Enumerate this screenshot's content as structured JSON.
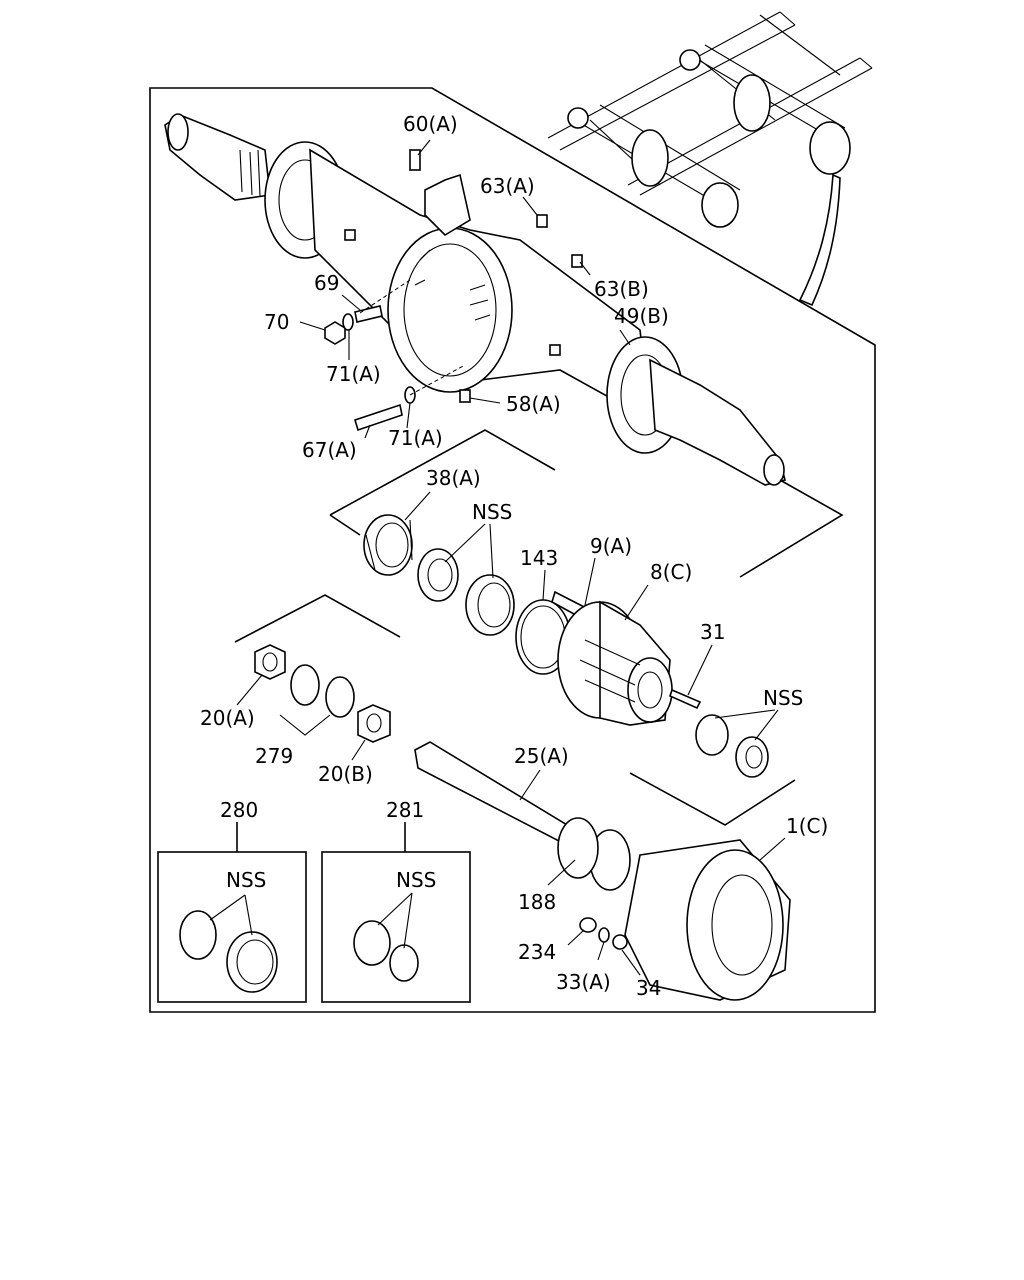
{
  "labels": {
    "p60a": "60(A)",
    "p63a": "63(A)",
    "p63b": "63(B)",
    "p69": "69",
    "p70": "70",
    "p71a_1": "71(A)",
    "p49b": "49(B)",
    "p58a": "58(A)",
    "p67a": "67(A)",
    "p71a_2": "71(A)",
    "p38a": "38(A)",
    "nss_1": "NSS",
    "p143": "143",
    "p9a": "9(A)",
    "p8c": "8(C)",
    "p31": "31",
    "nss_2": "NSS",
    "p20a": "20(A)",
    "p279": "279",
    "p20b": "20(B)",
    "p25a": "25(A)",
    "p280": "280",
    "p281": "281",
    "nss_3": "NSS",
    "nss_4": "NSS",
    "p1c": "1(C)",
    "p188": "188",
    "p234": "234",
    "p33a": "33(A)",
    "p34": "34"
  }
}
